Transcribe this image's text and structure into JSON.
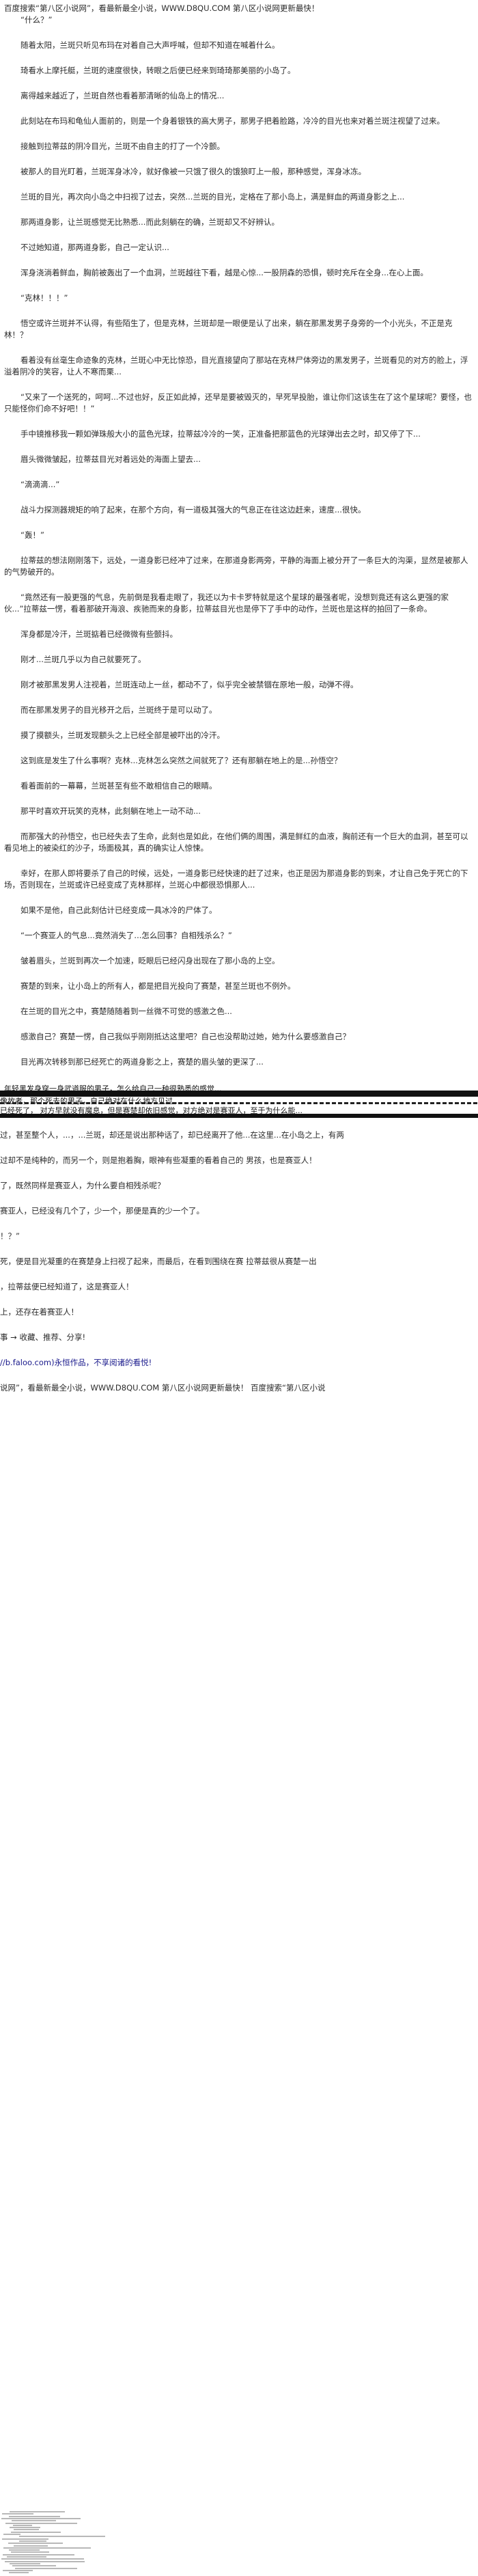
{
  "header": {
    "banner": "百度搜索“第八区小说网”，看最新最全小说，WWW.D8QU.COM  第八区小说网更新最快！",
    "opening": "“什么？”"
  },
  "paragraphs": [
    [
      "随着太阳，兰斑只听见布玛在对着自己大声呼喊，但却不知道在喊着什么。"
    ],
    [
      "琦看水上摩托艇，兰斑的速度很快，转眼之后便已经来到琦琦那美丽的小岛了。"
    ],
    [
      "离得越来越近了，兰斑自然也看着那清晰的仙岛上的情况..."
    ],
    [
      "此刻站在布玛和龟仙人面前的，则是一个身着银铁的高大男子，那男子把着脸路，冷冷的目光也来对着兰斑注视望了过来。"
    ],
    [
      "接触到拉蒂兹的阴冷目光，兰斑不由自主的打了一个冷颤。"
    ],
    [
      "被那人的目光盯着，兰斑浑身冰冷，就好像被一只饿了很久的饿狼盯上一般，那种感觉，浑身冰冻。"
    ],
    [
      "兰斑的目光，再次向小岛之中扫视了过去，突然...兰斑的目光，定格在了那小岛上，满是鲜血的两道身影之上..."
    ],
    [
      "那两道身影，让兰斑感觉无比熟悉...而此刻躺在的确，兰斑却又不好辨认。"
    ],
    [
      "不过她知道，那两道身影，自己一定认识..."
    ],
    [
      "浑身浇淌着鲜血，胸前被轰出了一个血洞，兰斑越往下看，越是心惊...一股阴森的恐惧，顿时充斥在全身...在心上面。"
    ],
    [
      "“克林！！！”"
    ],
    [
      "悟空或许兰斑并不认得，有些陌生了，但是克林，兰斑却是一眼便是认了出来，躺在那黑发男子身旁的一个小光头，不正是克林！？"
    ],
    [
      "看着没有丝毫生命迹象的克林，兰斑心中无比惊恐，目光直接望向了那站在克林尸体旁边的黑发男子，兰斑看见的对方的脸上，浮溢着阴冷的笑容，让人不寒而栗..."
    ],
    [
      "“又来了一个送死的，呵呵...不过也好，反正如此掉，还早是要被毁灭的，早死早投胎，谁让你们这该生在了这个星球呢？要怪，也只能怪你们命不好吧！！”"
    ],
    [
      "手中镜推移我一颗如弹珠般大小的蓝色光球，拉蒂兹冷冷的一笑，正准备把那蓝色的光球弹出去之时，却又停了下..."
    ],
    [
      "眉头微微皱起，拉蒂兹目光对着远处的海面上望去..."
    ],
    [
      "“滴滴滴...”"
    ],
    [
      "战斗力探测器規矩的响了起来，在那个方向，有一道极其强大的气息正在往这边赶来，速度...很快。"
    ],
    [
      "“轰！”"
    ],
    [
      "拉蒂兹的想法刚刚落下，远处，一道身影已经冲了过来，在那道身影两旁，平静的海面上被分开了一条巨大的沟渠，显然是被那人的气势破开的。"
    ],
    [
      "“竟然还有一股更强的气息，先前倒是我看走眼了，我还以为卡卡罗特就是这个星球的最强者呢，没想到竟还有这么更强的家伙...”拉蒂兹一愣，看着那破开海浪、疾驰而来的身影，拉蒂兹目光也是停下了手中的动作，兰斑也是这样的拍回了一条命。"
    ],
    [
      "浑身都是冷汗，兰斑掂着已经微微有些颤抖。"
    ],
    [
      "刚才...兰斑几乎以为自己就要死了。"
    ],
    [
      "刚才被那黑发男人注视着，兰斑连动上一丝，都动不了，似乎完全被禁锢在原地一般，动弹不得。"
    ],
    [
      "而在那黑发男子的目光移开之后，兰斑终于是可以动了。"
    ],
    [
      "摸了摸额头，兰斑发现额头之上已经全部是被吓出的冷汗。"
    ],
    [
      "这到底是发生了什么事啊？克林...克林怎么突然之间就死了？还有那躺在地上的是...孙悟空？"
    ],
    [
      "看着面前的一幕幕，兰斑甚至有些不敢相信自己的眼睛。"
    ],
    [
      "那平时喜欢开玩笑的克林，此刻躺在地上一动不动..."
    ],
    [
      "而那强大的孙悟空，也已经失去了生命，此刻也是如此，在他们俩的周围，满是鲜红的血液，胸前还有一个巨大的血洞，甚至可以看见地上的被染红的沙子，场面极其，真的确实让人惊悚。"
    ],
    [
      "幸好，在那人即将要杀了自己的时候，远处，一道身影已经快速的赶了过来，也正是因为那道身影的到来，才让自己免于死亡的下场，否则现在，兰斑或许已经变成了克林那样，兰斑心中都很恐惧那人..."
    ],
    [
      "如果不是他，自己此刻估计已经变成一具冰冷的尸体了。"
    ],
    [
      "“一个赛亚人的气息...竟然消失了...怎么回事？自相残杀么？”"
    ],
    [
      "皱着眉头，兰斑到再次一个加速，眨眼后已经闪身出现在了那小岛的上空。"
    ],
    [
      "赛楚的到来，让小岛上的所有人，都是把目光投向了赛楚，甚至兰斑也不例外。"
    ],
    [
      "在兰斑的目光之中，赛楚随随着到一丝微不可觉的感激之色..."
    ],
    [
      "感激自己？赛楚一愣，自己我似乎刚刚抵达这里吧？自己也没帮助过她，她为什么要感激自己？"
    ],
    [
      "目光再次转移到那已经死亡的两道身影之上，赛楚的眉头皱的更深了..."
    ]
  ],
  "glitch_texts": [
    "年轻黑发身穿一身武道服的男子，怎么给自己一种很熟悉的感觉...",
    "像故者，那个死去的男子，自己绝对在什么地方见过...",
    "已经死了，         对方早就没有魔息，但是赛楚却依旧感觉，对方绝对是赛亚人，至于为什么能..."
  ],
  "tail_lines": [
    "过，甚至整个人，...，...兰斑，却还是说出那种话了，却已经离开了他...在这里...在小岛之上，有两",
    "过却不是纯种的，而另一个，则是抱着胸，眼神有些凝重的看着自己的       男孩，也是赛亚人！",
    "了，既然同样是赛亚人，为什么要自相残杀呢？",
    "赛亚人，已经没有几个了，少一个，那便是真的少一个了。",
    "！？”",
    "死，便是目光凝重的在赛楚身上扫视了起来，而最后，在看到围绕在赛           拉蒂兹很从赛楚一出",
    "，拉蒂兹便已经知道了，这是赛亚人！",
    "上，还存在着赛亚人！"
  ],
  "footer": {
    "share": "事 → 收藏、推荐、分享!",
    "url": "//b.faloo.com)永恒作品，不享阅诸的看悦!",
    "banner": "说网”，看最新最全小说，WWW.D8QU.COM  第八区小说网更新最快！    百度搜索“第八区小说"
  }
}
